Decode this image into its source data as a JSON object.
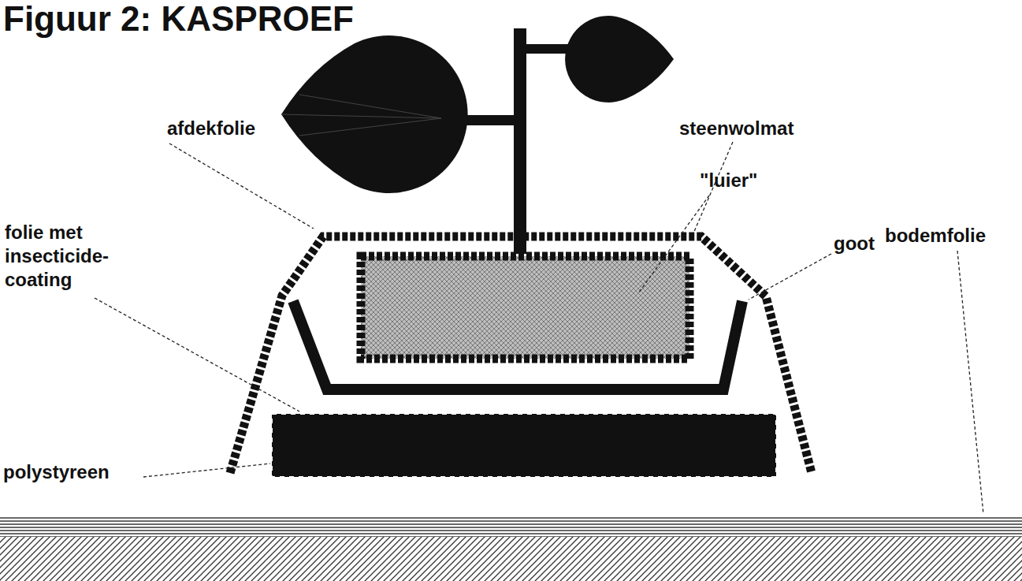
{
  "diagram": {
    "title": "Figuur 2: KASPROEF",
    "labels": [
      "afdekfolie",
      "steenwolmat",
      "\"luier\"",
      "goot",
      "folie met insecticide-coating",
      "bodemfolie",
      "polystyreen"
    ]
  }
}
